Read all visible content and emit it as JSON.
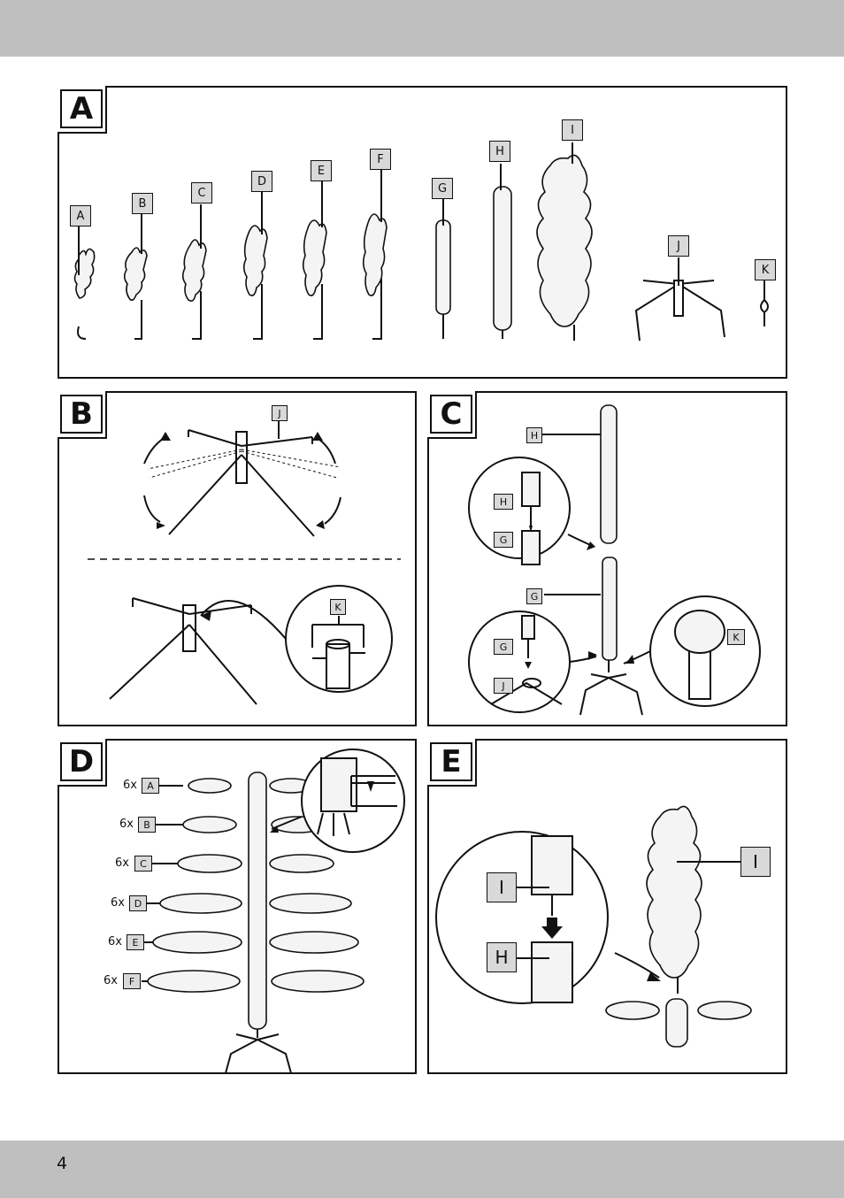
{
  "page": {
    "page_number": "4"
  },
  "panels": {
    "A": {
      "tag": "A",
      "parts": [
        "A",
        "B",
        "C",
        "D",
        "E",
        "F",
        "G",
        "H",
        "I",
        "J",
        "K"
      ]
    },
    "B": {
      "tag": "B",
      "labels": [
        "J",
        "K"
      ]
    },
    "C": {
      "tag": "C",
      "labels": [
        "H",
        "H",
        "G",
        "G",
        "G",
        "J",
        "K"
      ]
    },
    "D": {
      "tag": "D",
      "rows": [
        {
          "qty": "6x",
          "label": "A"
        },
        {
          "qty": "6x",
          "label": "B"
        },
        {
          "qty": "6x",
          "label": "C"
        },
        {
          "qty": "6x",
          "label": "D"
        },
        {
          "qty": "6x",
          "label": "E"
        },
        {
          "qty": "6x",
          "label": "F"
        }
      ]
    },
    "E": {
      "tag": "E",
      "labels": [
        "I",
        "I",
        "H"
      ]
    }
  },
  "colors": {
    "bar": "#bfbfbf",
    "label_fill": "#d9d9d9",
    "ink": "#111111"
  }
}
